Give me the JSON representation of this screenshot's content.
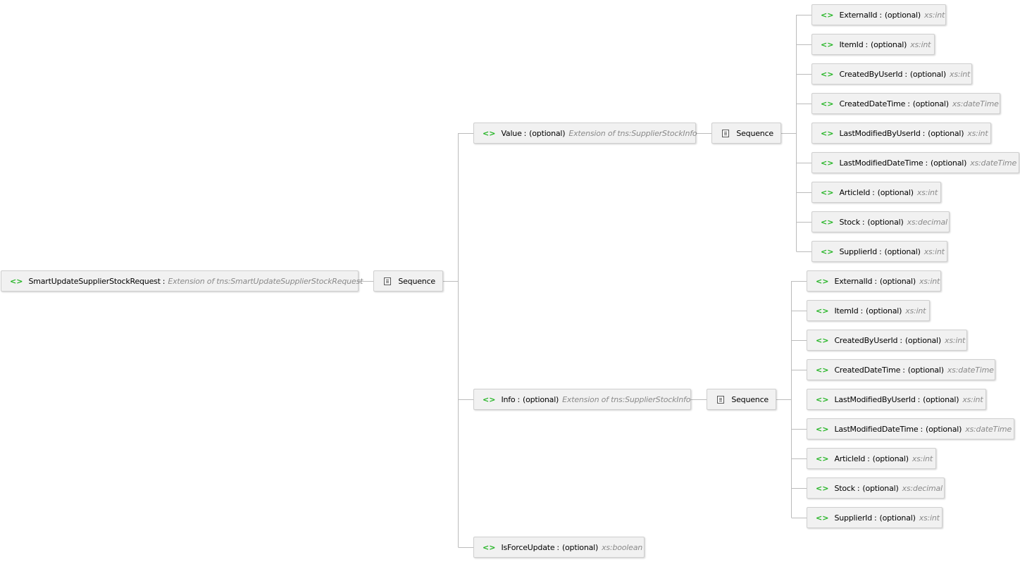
{
  "root": {
    "name": "SmartUpdateSupplierStockRequest",
    "sep": ":",
    "type": "Extension of tns:SmartUpdateSupplierStockRequest",
    "icon": "element-icon",
    "icon_glyph": "<>"
  },
  "sequence_label": "Sequence",
  "sequence_icon": "sequence-icon",
  "root_children": [
    {
      "name": "Value",
      "sep": ":",
      "occurrence": "(optional)",
      "type": "Extension of tns:SupplierStockInfo"
    },
    {
      "name": "Info",
      "sep": ":",
      "occurrence": "(optional)",
      "type": "Extension of tns:SupplierStockInfo"
    },
    {
      "name": "IsForceUpdate",
      "sep": ":",
      "occurrence": "(optional)",
      "type": "xs:boolean"
    }
  ],
  "value_fields": [
    {
      "name": "ExternalId",
      "sep": ":",
      "occurrence": "(optional)",
      "type": "xs:int"
    },
    {
      "name": "ItemId",
      "sep": ":",
      "occurrence": "(optional)",
      "type": "xs:int"
    },
    {
      "name": "CreatedByUserId",
      "sep": ":",
      "occurrence": "(optional)",
      "type": "xs:int"
    },
    {
      "name": "CreatedDateTime",
      "sep": ":",
      "occurrence": "(optional)",
      "type": "xs:dateTime"
    },
    {
      "name": "LastModifiedByUserId",
      "sep": ":",
      "occurrence": "(optional)",
      "type": "xs:int"
    },
    {
      "name": "LastModifiedDateTime",
      "sep": ":",
      "occurrence": "(optional)",
      "type": "xs:dateTime"
    },
    {
      "name": "ArticleId",
      "sep": ":",
      "occurrence": "(optional)",
      "type": "xs:int"
    },
    {
      "name": "Stock",
      "sep": ":",
      "occurrence": "(optional)",
      "type": "xs:decimal"
    },
    {
      "name": "SupplierId",
      "sep": ":",
      "occurrence": "(optional)",
      "type": "xs:int"
    }
  ],
  "info_fields": [
    {
      "name": "ExternalId",
      "sep": ":",
      "occurrence": "(optional)",
      "type": "xs:int"
    },
    {
      "name": "ItemId",
      "sep": ":",
      "occurrence": "(optional)",
      "type": "xs:int"
    },
    {
      "name": "CreatedByUserId",
      "sep": ":",
      "occurrence": "(optional)",
      "type": "xs:int"
    },
    {
      "name": "CreatedDateTime",
      "sep": ":",
      "occurrence": "(optional)",
      "type": "xs:dateTime"
    },
    {
      "name": "LastModifiedByUserId",
      "sep": ":",
      "occurrence": "(optional)",
      "type": "xs:int"
    },
    {
      "name": "LastModifiedDateTime",
      "sep": ":",
      "occurrence": "(optional)",
      "type": "xs:dateTime"
    },
    {
      "name": "ArticleId",
      "sep": ":",
      "occurrence": "(optional)",
      "type": "xs:int"
    },
    {
      "name": "Stock",
      "sep": ":",
      "occurrence": "(optional)",
      "type": "xs:decimal"
    },
    {
      "name": "SupplierId",
      "sep": ":",
      "occurrence": "(optional)",
      "type": "xs:int"
    }
  ],
  "colors": {
    "element_icon": "#22b422",
    "type_text": "#8a8a8a",
    "connector": "#bbbbbb",
    "node_bg": "#f1f1f1",
    "node_border": "#cfcfcf"
  }
}
